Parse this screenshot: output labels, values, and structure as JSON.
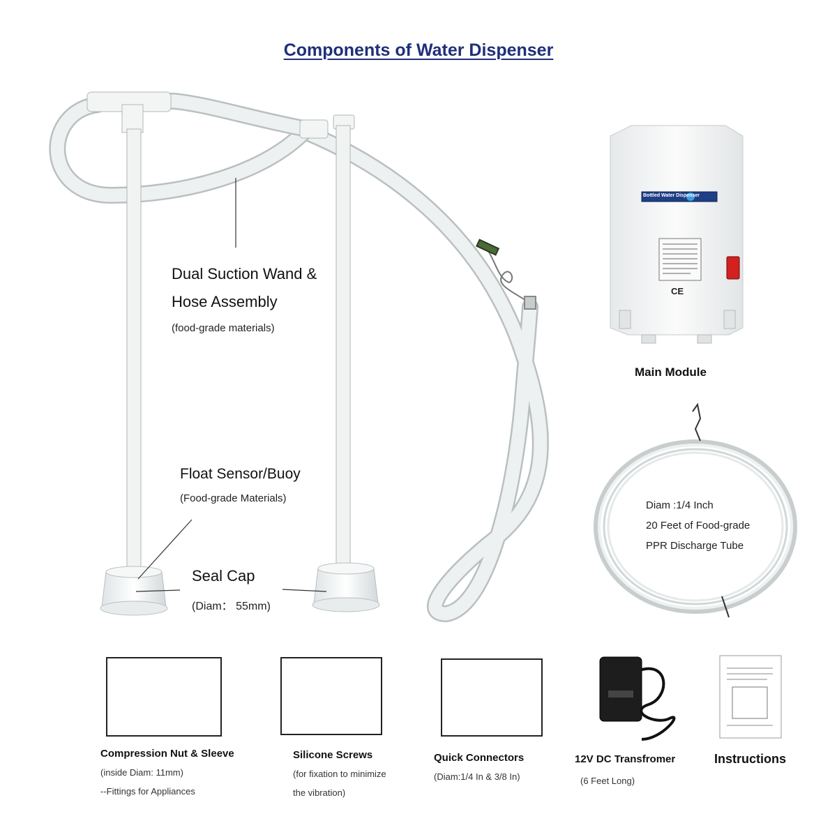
{
  "title": "Components of Water Dispenser",
  "labels": {
    "wand_line1": "Dual Suction Wand &",
    "wand_line2": "Hose Assembly",
    "wand_line3": "(food-grade materials)",
    "float_line1": "Float Sensor/Buoy",
    "float_line2": "(Food-grade Materials)",
    "seal_line1": "Seal Cap",
    "seal_line2": "(Diam： 55mm)",
    "main_module": "Main Module",
    "tube_line1": "Diam :1/4 Inch",
    "tube_line2": "20 Feet of Food-grade",
    "tube_line3": "PPR Discharge Tube"
  },
  "module": {
    "brand_label": "Bottled Water Dispenser",
    "ce_mark": "CE",
    "switch_color": "#d42020"
  },
  "parts": [
    {
      "name": "Compression Nut & Sleeve",
      "note1": "(inside Diam: 11mm)",
      "note2": "--Fittings for Appliances"
    },
    {
      "name": "Silicone Screws",
      "note1": "(for fixation to minimize",
      "note2": "the vibration)"
    },
    {
      "name": "Quick Connectors",
      "note1": "(Diam:1/4 In & 3/8 In)",
      "note2": ""
    },
    {
      "name": "12V DC Transfromer",
      "note1": "(6 Feet Long)",
      "note2": ""
    },
    {
      "name": "Instructions",
      "note1": "",
      "note2": ""
    }
  ],
  "colors": {
    "title": "#1f2f7a",
    "tube": "#eef1f1",
    "tube_edge": "#b9c0c0",
    "screw": "#bfe6da",
    "connector_ring": "#2a5fd0",
    "brass": "#b88a3a"
  }
}
